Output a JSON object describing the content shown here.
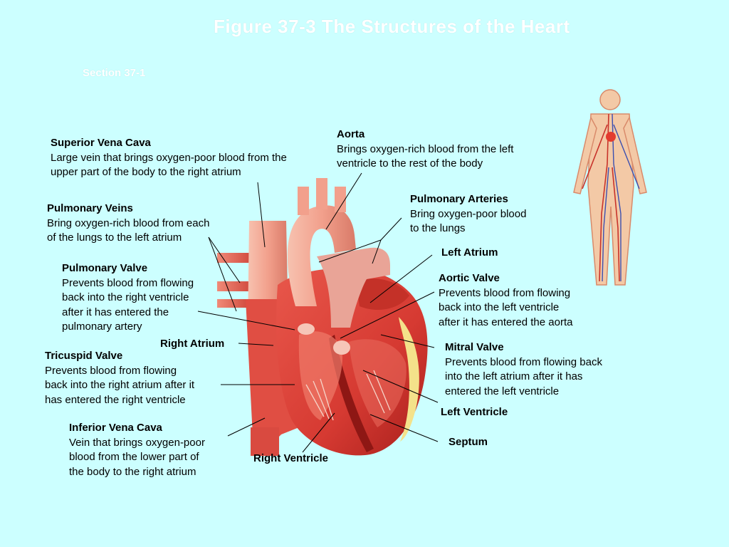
{
  "title": "Figure 37-3 The Structures of the Heart",
  "section": "Section 37-1",
  "labels": {
    "superior_vena_cava": {
      "heading": "Superior Vena Cava",
      "desc": "Large vein that brings oxygen-poor blood from the\nupper part of the body to the right atrium"
    },
    "aorta": {
      "heading": "Aorta",
      "desc": "Brings oxygen-rich blood from the left\nventricle to the rest of the body"
    },
    "pulmonary_veins": {
      "heading": "Pulmonary Veins",
      "desc": "Bring oxygen-rich blood from each\nof the lungs to the left atrium"
    },
    "pulmonary_arteries": {
      "heading": "Pulmonary Arteries",
      "desc": "Bring oxygen-poor blood\nto the lungs"
    },
    "left_atrium": {
      "heading": "Left Atrium"
    },
    "pulmonary_valve": {
      "heading": "Pulmonary Valve",
      "desc": "Prevents blood from flowing\nback into the right ventricle\nafter it has entered the\npulmonary artery"
    },
    "aortic_valve": {
      "heading": "Aortic Valve",
      "desc": "Prevents blood from flowing\nback into the left ventricle\nafter it has entered the aorta"
    },
    "right_atrium": {
      "heading": "Right Atrium"
    },
    "tricuspid_valve": {
      "heading": "Tricuspid Valve",
      "desc": "Prevents blood from flowing\nback into the right atrium after it\nhas entered the right ventricle"
    },
    "mitral_valve": {
      "heading": "Mitral Valve",
      "desc": "Prevents blood from flowing back\ninto the left atrium after it has\nentered the left ventricle"
    },
    "left_ventricle": {
      "heading": "Left Ventricle"
    },
    "inferior_vena_cava": {
      "heading": "Inferior Vena Cava",
      "desc": "Vein that brings oxygen-poor\nblood from the lower part of\nthe body to the right atrium"
    },
    "septum": {
      "heading": "Septum"
    },
    "right_ventricle": {
      "heading": "Right Ventricle"
    }
  },
  "colors": {
    "background": "#ccffff",
    "heading_text": "#ffffff",
    "heart_red": "#d93a32",
    "heart_dark": "#a81f1c",
    "vessel_pink": "#f2a08c",
    "leader_line": "#000000"
  },
  "icons": {
    "heart": "heart-cross-section-illustration",
    "body": "human-circulatory-system-figure"
  }
}
